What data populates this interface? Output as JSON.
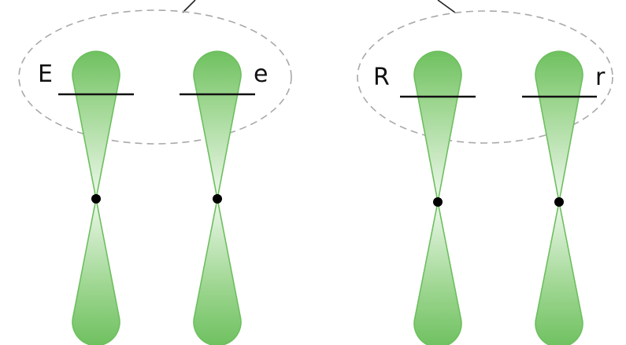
{
  "diagram": {
    "pairs": [
      {
        "alleles": [
          {
            "label": "E"
          },
          {
            "label": "e"
          }
        ]
      },
      {
        "alleles": [
          {
            "label": "R"
          },
          {
            "label": "r"
          }
        ]
      }
    ],
    "colors": {
      "chromosome_fill_top": "#6fc160",
      "chromosome_fill_mid": "#eef8ec",
      "chromosome_stroke": "#6dbf5f",
      "locus_line": "#111111",
      "group_outline": "#a9a9a9",
      "centromere": "#000000"
    }
  }
}
